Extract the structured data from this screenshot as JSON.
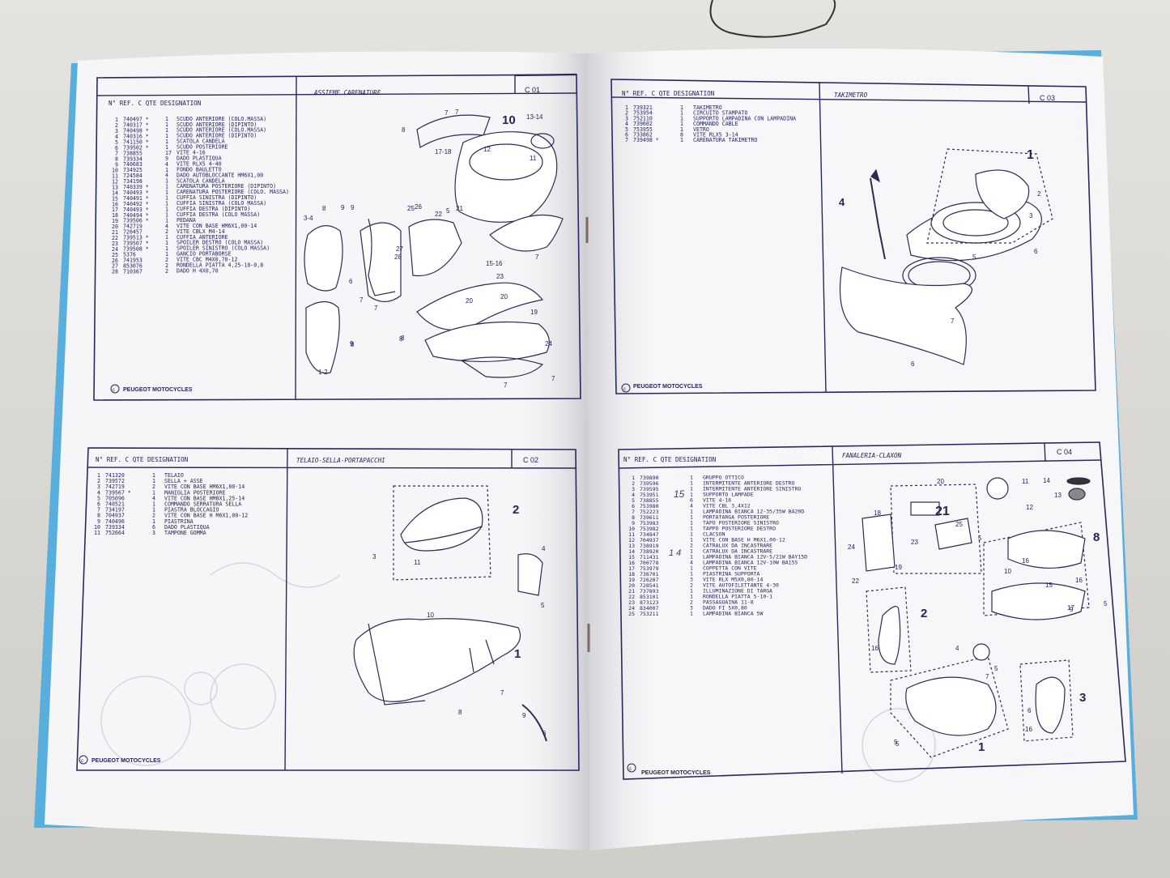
{
  "panels": [
    {
      "code": "C 01",
      "title": "ASSIEME CARENATURE",
      "header": "N°  REF. C  QTE  DESIGNATION",
      "rows": [
        [
          "1",
          "740497 *",
          "1",
          "SCUDO ANTERIORE (COLO.MASSA)"
        ],
        [
          "2",
          "740317 *",
          "1",
          "SCUDO ANTERIORE (DIPINTO)"
        ],
        [
          "3",
          "740498 *",
          "1",
          "SCUDO ANTERIORE (COLO.MASSA)"
        ],
        [
          "4",
          "740316 *",
          "1",
          "SCUDO ANTERIORE (DIPINTO)"
        ],
        [
          "5",
          "741150 *",
          "1",
          "SCATOLA CANDELA"
        ],
        [
          "6",
          "739502 *",
          "1",
          "SCUDO POSTERIORE"
        ],
        [
          "7",
          "738855",
          "17",
          "VITE 4-16"
        ],
        [
          "8",
          "739334",
          "9",
          "DADO PLASTIQUA"
        ],
        [
          "9",
          "740683",
          "4",
          "VITE RLX5 4-40"
        ],
        [
          "10",
          "734925",
          "1",
          "FONDO BAULETTO"
        ],
        [
          "11",
          "724584",
          "4",
          "DADO AUTOBLOCCANTE HM6X1,00"
        ],
        [
          "12",
          "734198",
          "1",
          "SCATOLA CANDELA"
        ],
        [
          "13",
          "740339 *",
          "1",
          "CARENATURA POSTERIORE (DIPINTO)"
        ],
        [
          "14",
          "740493 *",
          "1",
          "CARENATURA POSTERIORE (COLO. MASSA)"
        ],
        [
          "15",
          "740491 *",
          "1",
          "CUFFIA SINISTRA (DIPINTO)"
        ],
        [
          "16",
          "740492 *",
          "1",
          "CUFFIA SINISTRA (COLO MASSA)"
        ],
        [
          "17",
          "740493 *",
          "1",
          "CUFFIA DESTRA (DIPINTO)"
        ],
        [
          "18",
          "740494 *",
          "1",
          "CUFFIA DESTRA (COLO MASSA)"
        ],
        [
          "19",
          "739506 *",
          "1",
          "PEDANA"
        ],
        [
          "20",
          "742719",
          "4",
          "VITE CON BASE HM6X1,00-14"
        ],
        [
          "21",
          "726457",
          "2",
          "VITE CBLX M4-14"
        ],
        [
          "22",
          "739513 *",
          "1",
          "CUFFIA ANTERIORE"
        ],
        [
          "23",
          "739507 *",
          "1",
          "SPOILER DESTRO (COLO MASSA)"
        ],
        [
          "24",
          "739508 *",
          "1",
          "SPOILER SINISTRO (COLO MASSA)"
        ],
        [
          "25",
          "5376",
          "1",
          "GANCIO PORTABORSE"
        ],
        [
          "26",
          "741953",
          "2",
          "VITE CBC M4X0,70-12"
        ],
        [
          "27",
          "853076",
          "2",
          "RONDELLA PIATTA 4,25-10-0,8"
        ],
        [
          "28",
          "710367",
          "2",
          "DADO H 4X0,70"
        ]
      ],
      "labels": [
        "10",
        "13-14",
        "7",
        "7",
        "8",
        "17-18",
        "12",
        "11",
        "3-4",
        "9",
        "8",
        "9",
        "25",
        "26",
        "22",
        "21",
        "5",
        "28",
        "27",
        "6",
        "7",
        "7",
        "8",
        "23",
        "15-16",
        "7",
        "20",
        "20",
        "19",
        "8",
        "24",
        "7",
        "7",
        "9",
        "8",
        "1-2"
      ],
      "footer": "PEUGEOT MOTOCYCLES"
    },
    {
      "code": "C 03",
      "title": "TAKIMETRO",
      "header": "N°  REF. C  QTE  DESIGNATION",
      "rows": [
        [
          "1",
          "739321",
          "1",
          "TAKIMETRO"
        ],
        [
          "2",
          "753954",
          "1",
          "CIRCUITO STAMPATO"
        ],
        [
          "3",
          "752110",
          "1",
          "SUPPORTO LAMPADINA CON LAMPADINA"
        ],
        [
          "4",
          "739602",
          "1",
          "COMMANDO CABLE"
        ],
        [
          "5",
          "753955",
          "1",
          "VETRO"
        ],
        [
          "6",
          "733862",
          "8",
          "VITE RLX5 3-14"
        ],
        [
          "7",
          "739498 *",
          "1",
          "CARENATURA TAKIMETRO"
        ]
      ],
      "labels": [
        "1",
        "2",
        "3",
        "4",
        "5",
        "6",
        "7",
        "6"
      ],
      "footer": "PEUGEOT MOTOCYCLES"
    },
    {
      "code": "C 02",
      "title": "TELAIO-SELLA-PORTAPACCHI",
      "header": "N°  REF. C  QTE  DESIGNATION",
      "rows": [
        [
          "1",
          "741320",
          "1",
          "TELAIO"
        ],
        [
          "2",
          "739572",
          "1",
          "SELLA + ASSE"
        ],
        [
          "3",
          "742719",
          "2",
          "VITE CON BASE HM6X1,00-14"
        ],
        [
          "4",
          "739567 *",
          "1",
          "MANIGLIA POSTERIORE"
        ],
        [
          "5",
          "705096",
          "4",
          "VITE CON BASE HM8X1,25-14"
        ],
        [
          "6",
          "740521",
          "1",
          "COMMANDO SERRATURA SELLA"
        ],
        [
          "7",
          "734197",
          "1",
          "PIASTRA BLOCCAGIO"
        ],
        [
          "8",
          "704937",
          "2",
          "VITE CON BASE H M6X1,00-12"
        ],
        [
          "9",
          "740496",
          "1",
          "PIASTRINA"
        ],
        [
          "10",
          "739334",
          "6",
          "DADO PLASTIQUA"
        ],
        [
          "11",
          "752664",
          "3",
          "TAMPONE GOMMA"
        ]
      ],
      "labels": [
        "2",
        "3",
        "11",
        "4",
        "5",
        "10",
        "1",
        "7",
        "8",
        "9",
        "6"
      ],
      "footer": "PEUGEOT MOTOCYCLES"
    },
    {
      "code": "C 04",
      "title": "FANALERIA-CLAXON",
      "header": "N°  REF. C  QTE  DESIGNATION",
      "rows": [
        [
          "1",
          "739890",
          "1",
          "GRUPPO OTTICO"
        ],
        [
          "2",
          "739596",
          "1",
          "INTERMITENTE ANTERIORE DESTRO"
        ],
        [
          "3",
          "739595",
          "1",
          "INTERMITENTE ANTERIORE SINISTRO"
        ],
        [
          "4",
          "753951",
          "1",
          "SUPPORTO LAMPADE"
        ],
        [
          "5",
          "738855",
          "6",
          "VITE 4-16"
        ],
        [
          "6",
          "753980",
          "4",
          "VITE CBL 3,4X12"
        ],
        [
          "7",
          "752223",
          "1",
          "LAMPADINA BIANCA 12-35/35W BA20D"
        ],
        [
          "8",
          "739611",
          "1",
          "PORTATARGA POSTERIORE"
        ],
        [
          "9",
          "753983",
          "1",
          "TAPO POSTERIORE SINISTRO"
        ],
        [
          "10",
          "753982",
          "1",
          "TAPPO POSTERIORE DESTRO"
        ],
        [
          "11",
          "734847",
          "1",
          "CLACSON"
        ],
        [
          "12",
          "704937",
          "1",
          "VITE CON BASE H M6X1,00-12"
        ],
        [
          "13",
          "738919",
          "2",
          "CATRALUX DA INCASTRARE"
        ],
        [
          "14",
          "738920",
          "1",
          "CATRALUX DA INCASTRARE"
        ],
        [
          "15",
          "711431",
          "1",
          "LAMPADINA BIANCA 12V-5/21W BAY15D"
        ],
        [
          "16",
          "700778",
          "4",
          "LAMPADINA BIANCA 12V-10W BA15S"
        ],
        [
          "17",
          "753979",
          "1",
          "COPPETTA CON VITE"
        ],
        [
          "18",
          "736701",
          "1",
          "PIASTRINA SUPPORTA"
        ],
        [
          "19",
          "726207",
          "3",
          "VITE RLX M5X0,80-14"
        ],
        [
          "20",
          "728541",
          "2",
          "VITE AUTOFILETTANTE 4-30"
        ],
        [
          "21",
          "737893",
          "1",
          "ILLUMINAZIONE DI TARGA"
        ],
        [
          "22",
          "853101",
          "1",
          "RONDELLA PIATTA 5-10-1"
        ],
        [
          "23",
          "873123",
          "2",
          "PASSAGUAINA 11-8"
        ],
        [
          "24",
          "834007",
          "3",
          "DADO FI 5X0,80"
        ],
        [
          "25",
          "753211",
          "1",
          "LAMPADINA BIANCA 5W"
        ]
      ],
      "labels": [
        "20",
        "11",
        "14",
        "12",
        "13",
        "21",
        "25",
        "18",
        "8",
        "5",
        "24",
        "23",
        "22",
        "19",
        "16",
        "16",
        "10",
        "15",
        "17",
        "9",
        "5",
        "2",
        "16",
        "4",
        "7",
        "5",
        "5",
        "6",
        "3",
        "16",
        "5",
        "1"
      ],
      "footer": "PEUGEOT MOTOCYCLES"
    }
  ],
  "annotations": [
    "15",
    "1 4"
  ]
}
